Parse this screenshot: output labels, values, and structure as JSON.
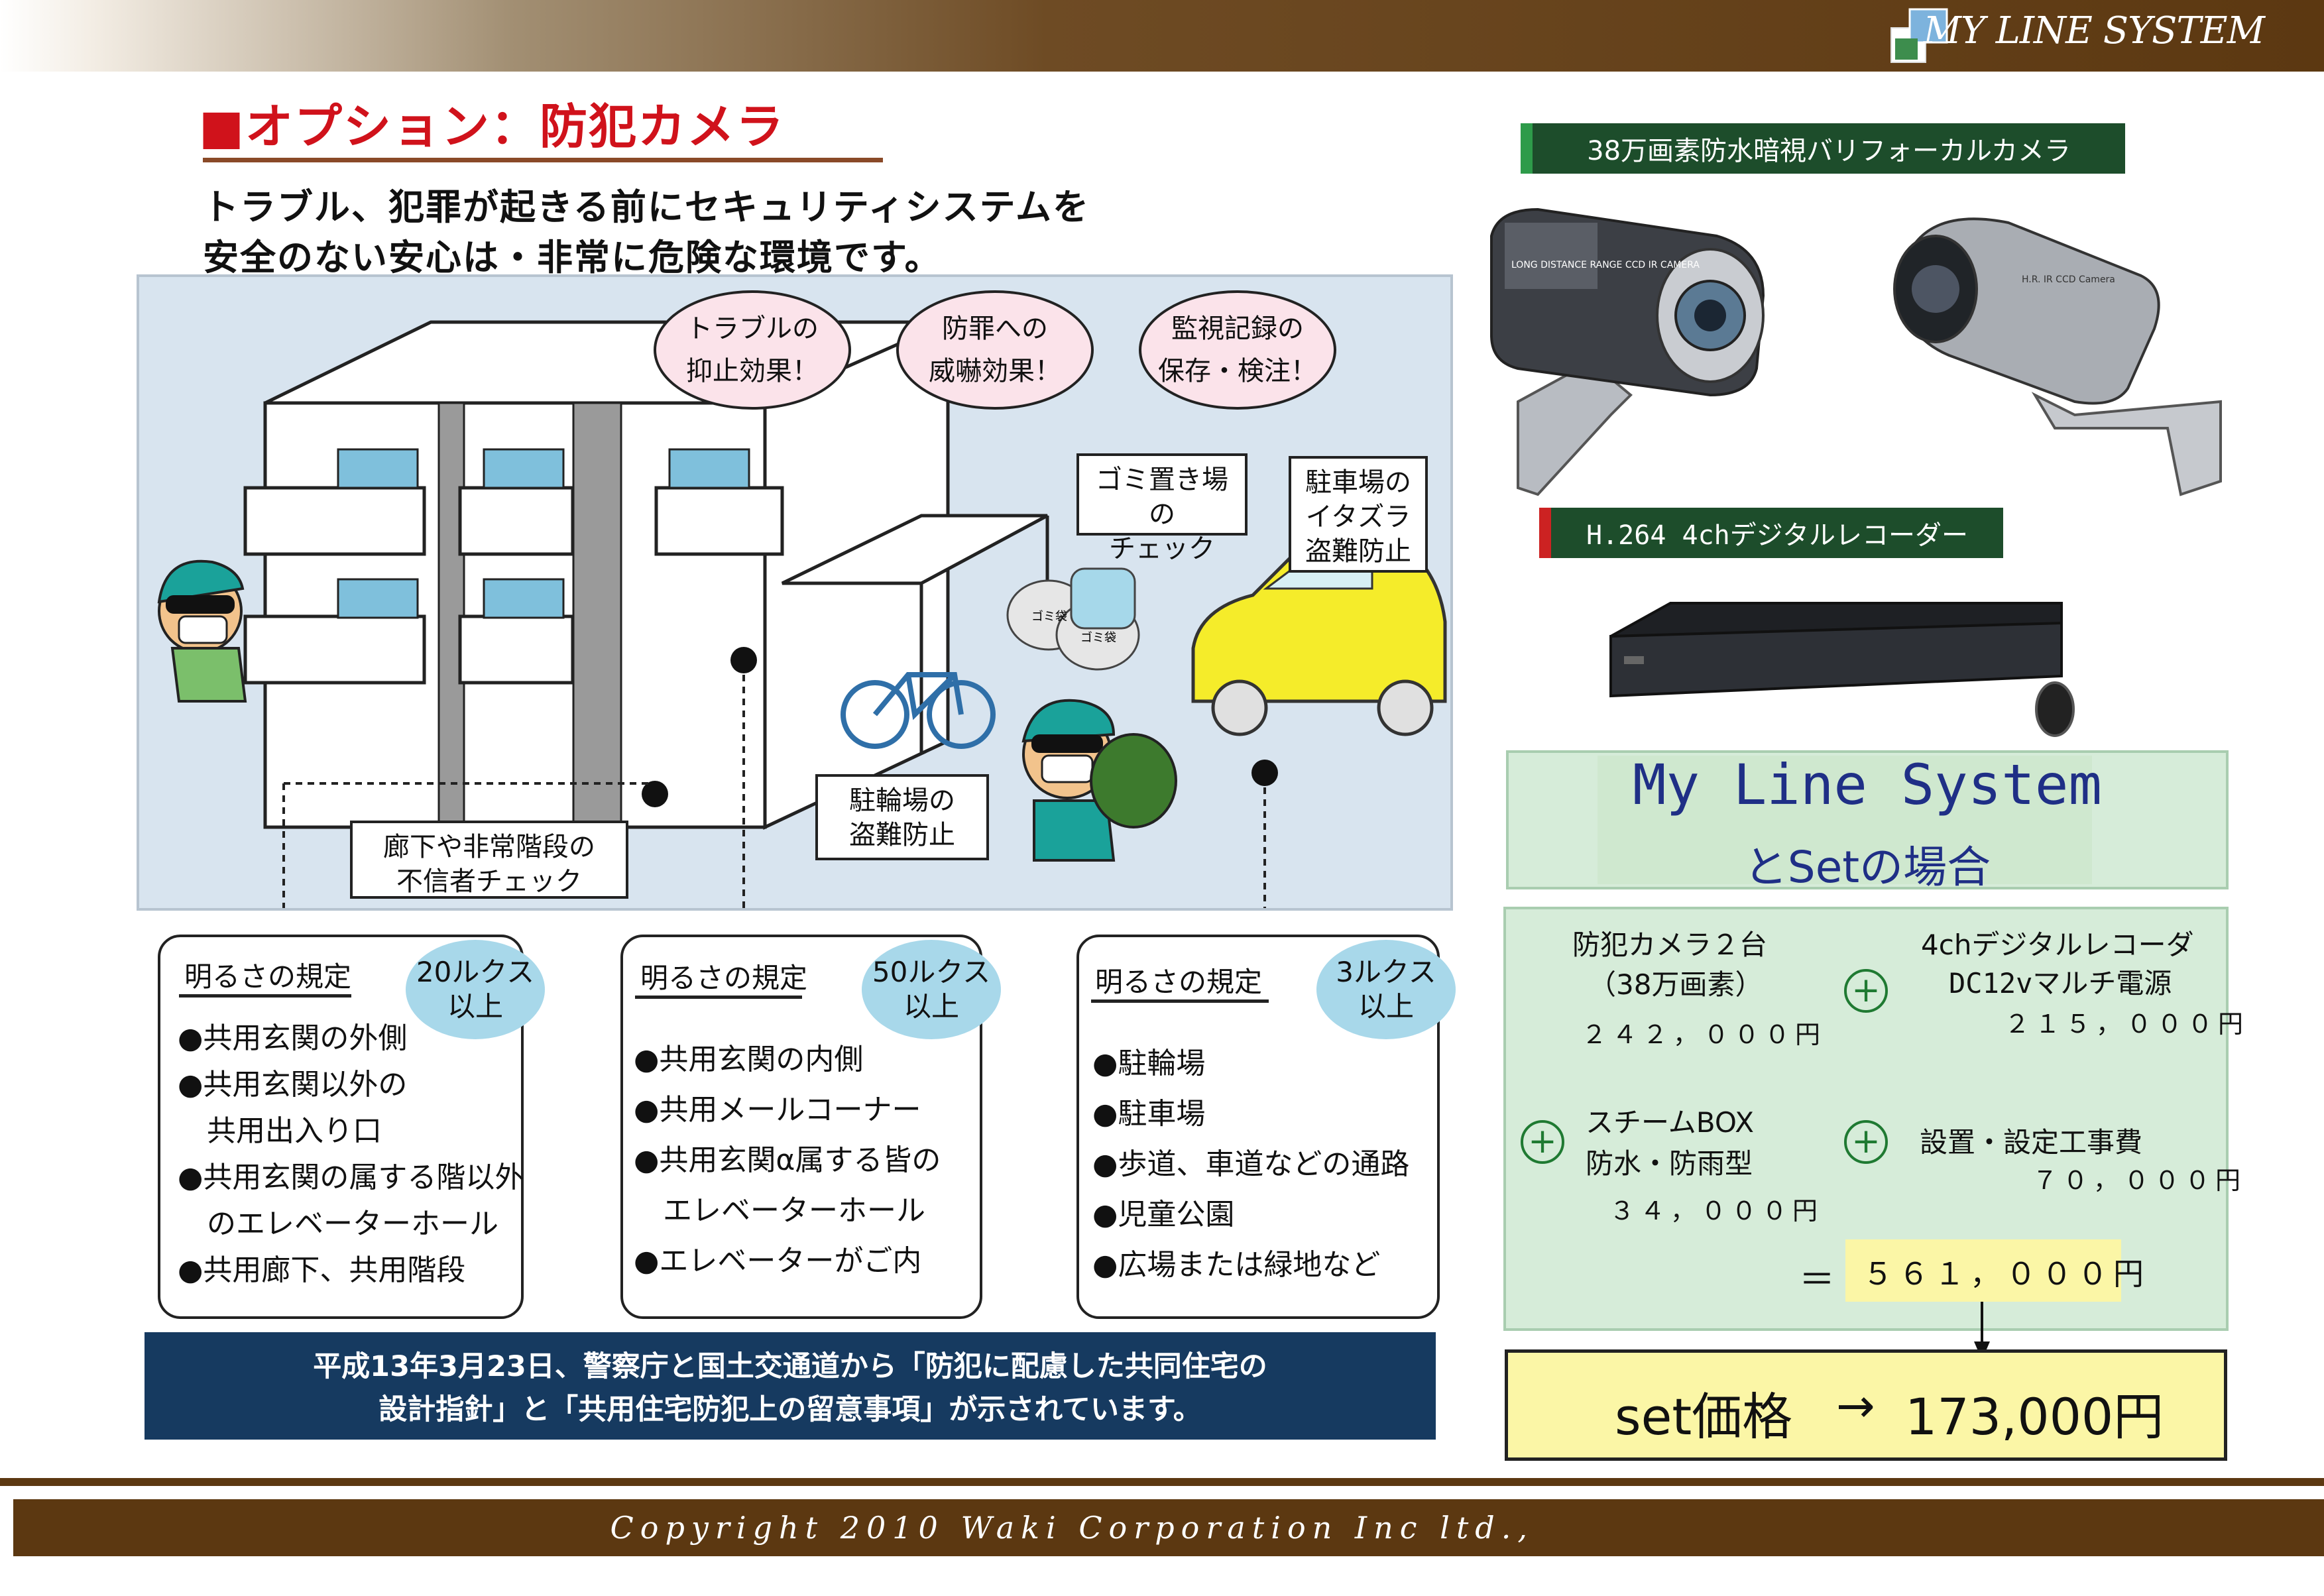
{
  "header": {
    "brand": "MY LINE SYSTEM"
  },
  "title": "■オプション：防犯カメラ",
  "lead": [
    "トラブル、犯罪が起きる前にセキュリティシステムを",
    "安全のない安心は・非常に危険な環境です。"
  ],
  "scene": {
    "bubbles": [
      "トラブルの\n抑止効果！",
      "防罪への\n威嚇効果！",
      "監視記録の\n保存・検注！"
    ],
    "notes": {
      "garbage": "ゴミ置き場の\nチェック",
      "parking": "駐車場の\nイタズラ\n盗難防止",
      "bicycle": "駐輪場の\n盗難防止",
      "corridor": "廊下や非常階段の\n不信者チェック"
    },
    "bag_label": "ゴミ袋"
  },
  "rules": [
    {
      "head": "明るさの規定",
      "lux": "20ルクス\n以上",
      "items": [
        "●共用玄関の外側",
        "●共用玄関以外の",
        "　共用出入り口",
        "●共用玄関の属する階以外",
        "　のエレベーターホール",
        "●共用廊下、共用階段"
      ]
    },
    {
      "head": "明るさの規定",
      "lux": "50ルクス\n以上",
      "items": [
        "●共用玄関の内側",
        "●共用メールコーナー",
        "●共用玄関α属する皆の",
        "　エレベーターホール",
        "●エレベーターがご内"
      ]
    },
    {
      "head": "明るさの規定",
      "lux": "3ルクス\n以上",
      "items": [
        "●駐輪場",
        "●駐車場",
        "●歩道、車道などの通路",
        "●児童公園",
        "●広場または緑地など"
      ]
    }
  ],
  "notice": [
    "平成13年3月23日、警察庁と国土交通道から「防犯に配慮した共同住宅の",
    "設計指針」と「共用住宅防犯上の留意事項」が示されています。"
  ],
  "products": {
    "camera_label": "38万画素防水暗視バリフォーカルカメラ",
    "recorder_label": "H.264 4chデジタルレコーダー",
    "camera1_text": "LONG DISTANCE RANGE\nCCD IR CAMERA",
    "camera2_text": "H.R. IR CCD Camera"
  },
  "system": {
    "title": "My Line System",
    "subtitle": "とSetの場合"
  },
  "pricing": {
    "item1": {
      "name": "防犯カメラ２台",
      "sub": "（38万画素）",
      "price": "２４２，０００円"
    },
    "item2": {
      "name": "4chデジタルレコーダ",
      "sub": "DC12vマルチ電源",
      "price": "２１５，０００円"
    },
    "item3": {
      "name": "スチームBOX",
      "sub": "防水・防雨型",
      "price": "３４，０００円"
    },
    "item4": {
      "name": "設置・設定工事費",
      "price": "７０，０００円"
    },
    "plus": "+",
    "equals": "＝",
    "total": "５６１，０００円",
    "set_label": "set価格",
    "arrow": "→",
    "set_price": "173,000円"
  },
  "footer": {
    "copyright": "Copyright 2010 Waki Corporation Inc ltd.,"
  }
}
